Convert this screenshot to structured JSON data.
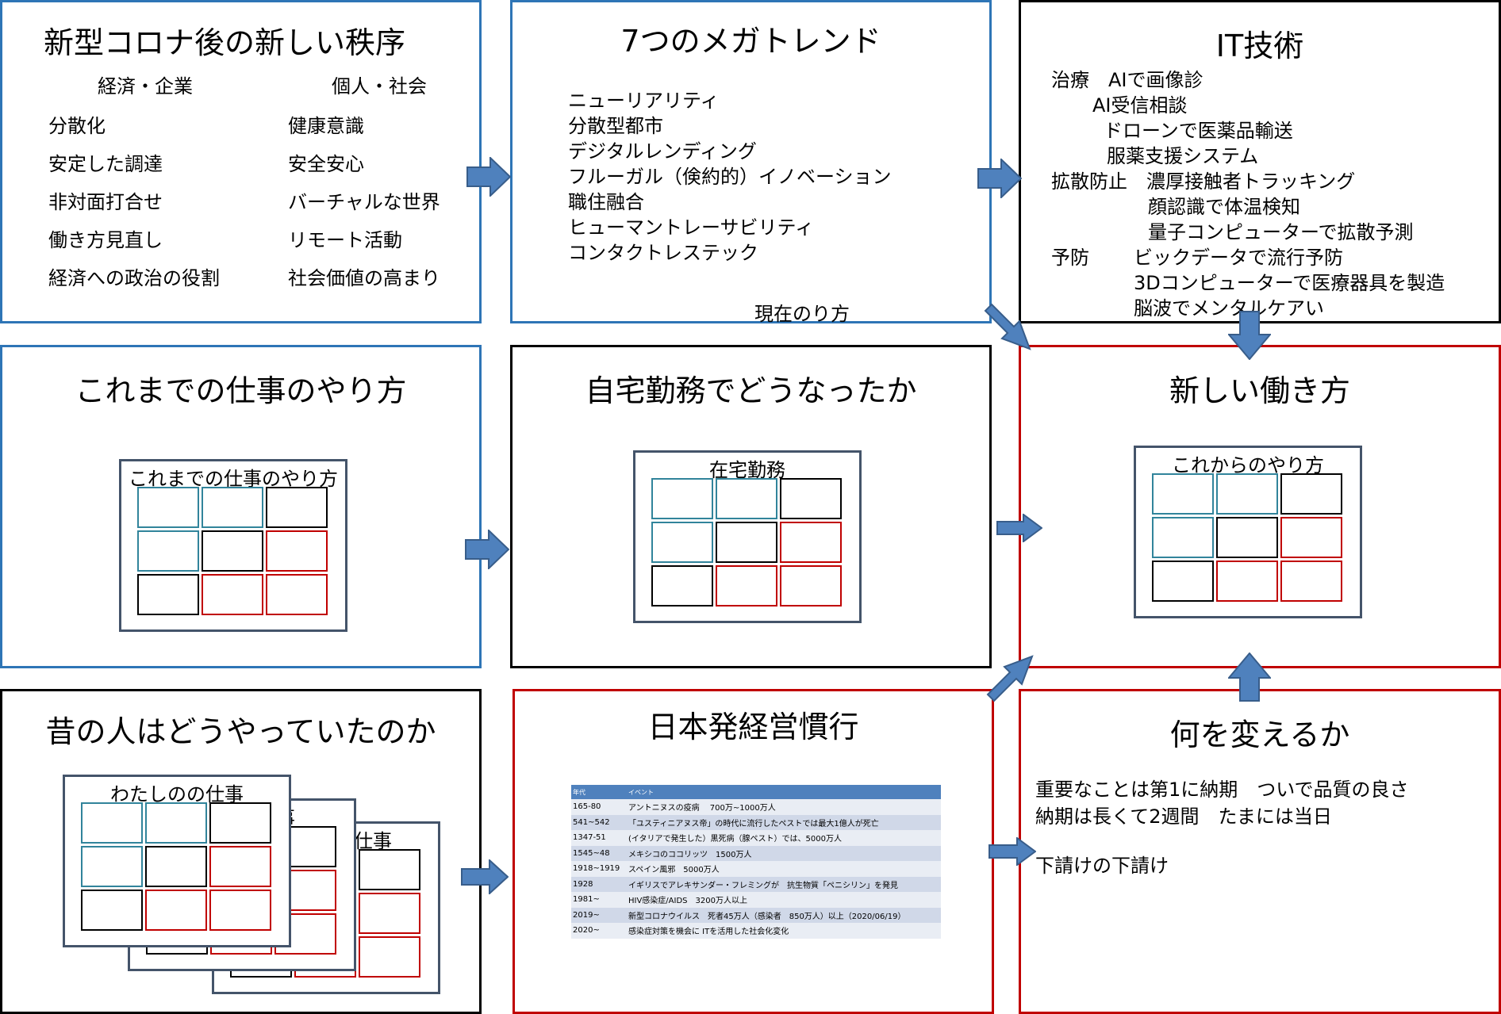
{
  "panels": {
    "order": {
      "title": "新型コロナ後の新しい秩序",
      "col_left_header": "経済・企業",
      "col_right_header": "個人・社会",
      "left_items": [
        "分散化",
        "安定した調達",
        "非対面打合せ",
        "働き方見直し",
        "経済への政治の役割"
      ],
      "right_items": [
        "健康意識",
        "安全安心",
        "バーチャルな世界",
        "リモート活動",
        "社会価値の高まり"
      ]
    },
    "megatrends": {
      "title": "7つのメガトレンド",
      "items": [
        "ニューリアリティ",
        "分散型都市",
        "デジタルレンディング",
        "フルーガル（倹約的）イノベーション",
        "職住融合",
        "ヒューマントレーサビリティ",
        "コンタクトレステック"
      ],
      "note": "現在のり方"
    },
    "it": {
      "title": "IT技術",
      "lines": [
        "治療　AIで画像診",
        "AI受信相談",
        "ドローンで医薬品輸送",
        "服薬支援システム",
        "拡散防止　濃厚接触者トラッキング",
        "顔認識で体温検知",
        "量子コンピューターで拡散予測",
        "予防",
        "ビックデータで流行予防",
        "3Dコンピューターで医療器具を製造",
        "脳波でメンタルケアい"
      ]
    },
    "past_work": {
      "title": "これまでの仕事のやり方",
      "grid_caption": "これまでの仕事のやり方"
    },
    "home_work": {
      "title": "自宅勤務でどうなったか",
      "grid_caption": "在宅勤務"
    },
    "new_work": {
      "title": "新しい働き方",
      "grid_caption": "これからのやり方"
    },
    "old_people": {
      "title": "昔の人はどうやっていたのか",
      "grid_caption_front": "わたしのの仕事",
      "grid_caption_mid": "仕事",
      "grid_caption_back": "の仕事"
    },
    "japan": {
      "title": "日本発経営慣行",
      "table_headers": [
        "年代",
        "イベント"
      ],
      "table_rows": [
        [
          "165-80",
          "アントニヌスの疫病　 700万~1000万人"
        ],
        [
          "541~542",
          "「ユスティニアヌス帝」の時代に流行したペストでは最大1億人が死亡"
        ],
        [
          "1347-51",
          "(イタリアで発生した）黒死病（腺ペスト）では、5000万人"
        ],
        [
          "1545~48",
          "メキシコのココリッツ　1500万人"
        ],
        [
          "1918~1919",
          "スペイン風邪　5000万人"
        ],
        [
          "1928",
          "イギリスでアレキサンダー・フレミングが　抗生物質「ペニシリン」を発見"
        ],
        [
          "1981~",
          "HIV感染症/AIDS　3200万人以上"
        ],
        [
          "2019~",
          "新型コロナウイルス　死者45万人（感染者　850万人）以上（2020/06/19）"
        ],
        [
          "2020~",
          "感染症対策を機会に ITを活用した社会化変化"
        ]
      ]
    },
    "change": {
      "title": "何を変えるか",
      "lines": [
        "重要なことは第1に納期　ついで品質の良さ",
        "納期は長くて2週間　たまには当日",
        "下請けの下請け"
      ]
    }
  },
  "colors": {
    "blue_border": "#2e75b6",
    "red_border": "#c00000",
    "arrow_fill": "#4f81bd",
    "arrow_stroke": "#385d8a",
    "grid_frame": "#44546a",
    "cell_teal": "#31849b"
  },
  "grid_pattern": [
    [
      "blue",
      "blue",
      "black"
    ],
    [
      "blue",
      "black",
      "red"
    ],
    [
      "black",
      "red",
      "red"
    ]
  ]
}
